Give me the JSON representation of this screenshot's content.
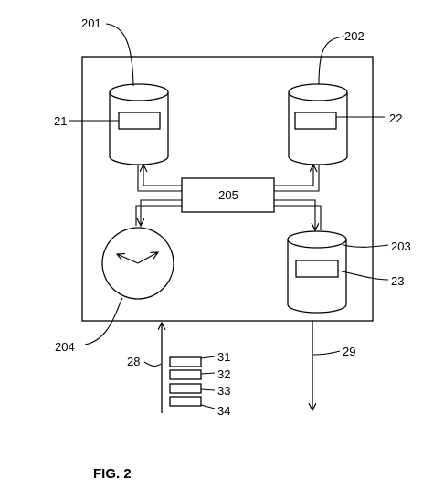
{
  "figure": {
    "caption": "FIG. 2",
    "labels": {
      "store_201": "201",
      "store_202": "202",
      "store_203": "203",
      "clock_204": "204",
      "unit_205": "205",
      "field_21": "21",
      "field_22": "22",
      "field_23": "23",
      "line_28": "28",
      "line_29": "29",
      "packet_31": "31",
      "packet_32": "32",
      "packet_33": "33",
      "packet_34": "34"
    }
  }
}
